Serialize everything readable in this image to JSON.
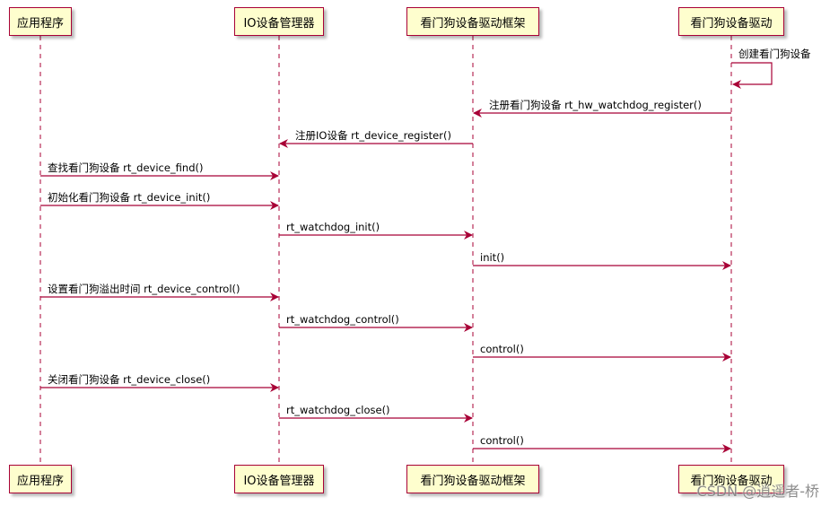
{
  "participants": [
    {
      "id": "app",
      "label": "应用程序"
    },
    {
      "id": "io",
      "label": "IO设备管理器"
    },
    {
      "id": "wdt_fw",
      "label": "看门狗设备驱动框架"
    },
    {
      "id": "wdt_drv",
      "label": "看门狗设备驱动"
    }
  ],
  "messages": [
    {
      "from": "wdt_drv",
      "to": "wdt_drv",
      "label": "创建看门狗设备",
      "self": true
    },
    {
      "from": "wdt_drv",
      "to": "wdt_fw",
      "label": "注册看门狗设备 rt_hw_watchdog_register()"
    },
    {
      "from": "wdt_fw",
      "to": "io",
      "label": "注册IO设备 rt_device_register()"
    },
    {
      "from": "app",
      "to": "io",
      "label": "查找看门狗设备 rt_device_find()"
    },
    {
      "from": "app",
      "to": "io",
      "label": "初始化看门狗设备 rt_device_init()"
    },
    {
      "from": "io",
      "to": "wdt_fw",
      "label": "rt_watchdog_init()"
    },
    {
      "from": "wdt_fw",
      "to": "wdt_drv",
      "label": "init()"
    },
    {
      "from": "app",
      "to": "io",
      "label": "设置看门狗溢出时间 rt_device_control()"
    },
    {
      "from": "io",
      "to": "wdt_fw",
      "label": "rt_watchdog_control()"
    },
    {
      "from": "wdt_fw",
      "to": "wdt_drv",
      "label": "control()"
    },
    {
      "from": "app",
      "to": "io",
      "label": "关闭看门狗设备 rt_device_close()"
    },
    {
      "from": "io",
      "to": "wdt_fw",
      "label": "rt_watchdog_close()"
    },
    {
      "from": "wdt_fw",
      "to": "wdt_drv",
      "label": "control()"
    }
  ],
  "watermark": "CSDN @逍遥者-桥",
  "colors": {
    "arrow": "#a80036",
    "box_fill": "#fefece",
    "box_border": "#a80036",
    "lifeline": "#a80036"
  }
}
